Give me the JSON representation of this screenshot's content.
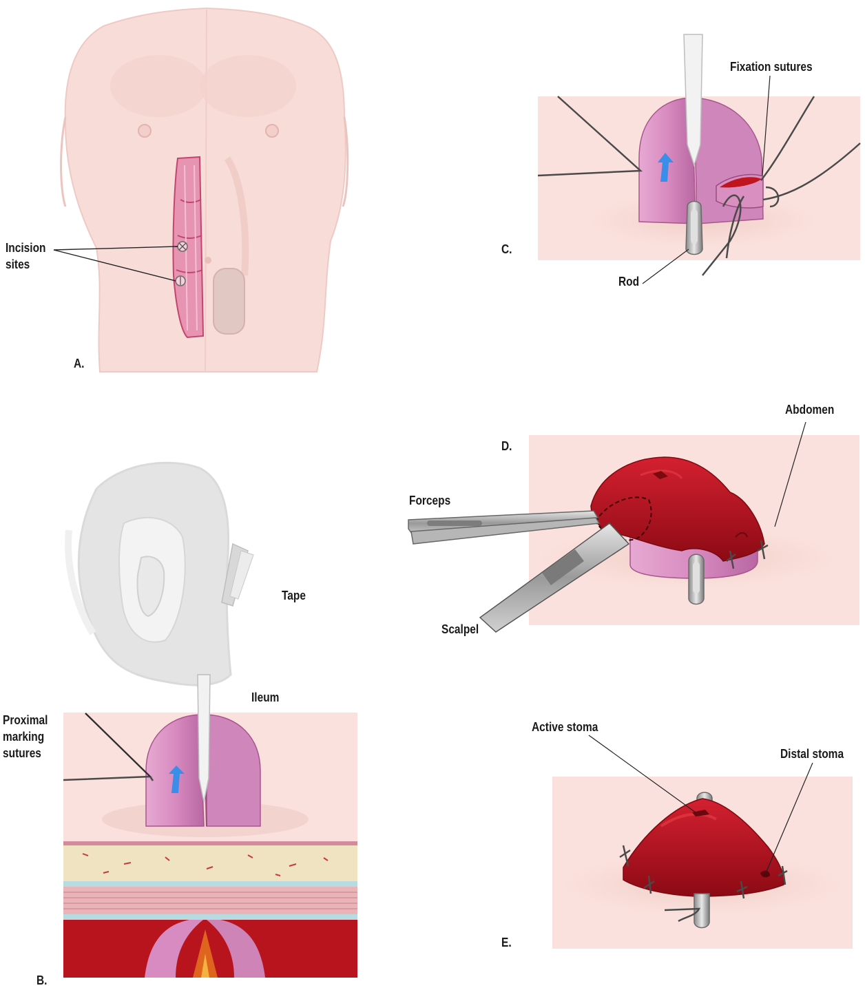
{
  "panels": {
    "a": {
      "letter": "A.",
      "labels": {
        "incision_sites": "Incision\nsites"
      }
    },
    "b": {
      "letter": "B.",
      "labels": {
        "tape": "Tape",
        "ileum": "Ileum",
        "proximal_marking_sutures": "Proximal\nmarking\nsutures"
      }
    },
    "c": {
      "letter": "C.",
      "labels": {
        "fixation_sutures": "Fixation sutures",
        "rod": "Rod"
      }
    },
    "d": {
      "letter": "D.",
      "labels": {
        "abdomen": "Abdomen",
        "forceps": "Forceps",
        "scalpel": "Scalpel"
      }
    },
    "e": {
      "letter": "E.",
      "labels": {
        "active_stoma": "Active stoma",
        "distal_stoma": "Distal stoma"
      }
    }
  },
  "colors": {
    "skin": "#fbe1dd",
    "skin_dark": "#efc6c0",
    "bowel_pink": "#d98fc0",
    "bowel_dark": "#b864a0",
    "stoma_red": "#b8141e",
    "stoma_dark": "#7a0a10",
    "arrow_blue": "#3a8ee8",
    "rod_gray": "#a8a8a8",
    "suture": "#4a4a4a",
    "fat": "#efe3c2",
    "muscle": "#e9b4b7"
  }
}
